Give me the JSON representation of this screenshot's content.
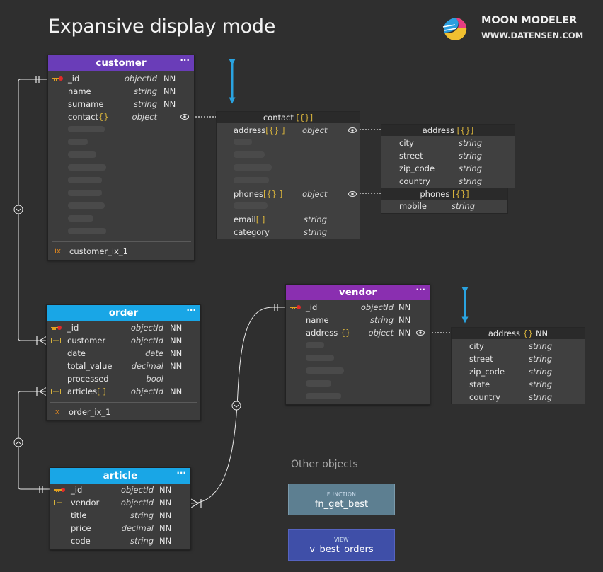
{
  "title": "Expansive display mode",
  "brand": {
    "name": "MOON MODELER",
    "url": "WWW.DATENSEN.COM"
  },
  "colors": {
    "background": "#2f2f2f",
    "customer_header": "#6a3db8",
    "vendor_header": "#8a2fb0",
    "order_header": "#19a6e6",
    "article_header": "#19a6e6",
    "arrow_red": "#e02020",
    "arrow_blue": "#2aa3e0",
    "function_box": "#5d7f91",
    "view_box": "#3f4fa8"
  },
  "entities": {
    "customer": {
      "name": "customer",
      "menu": "···",
      "columns": [
        {
          "name": "_id",
          "type": "objectId",
          "nn": "NN",
          "icon": "key-icon"
        },
        {
          "name": "name",
          "type": "string",
          "nn": "NN"
        },
        {
          "name": "surname",
          "type": "string",
          "nn": "NN"
        },
        {
          "name": "contact",
          "suffix": "{}",
          "type": "object",
          "nn": "",
          "icon_right": "eye-icon"
        }
      ],
      "index_label": "ix",
      "index": "customer_ix_1"
    },
    "order": {
      "name": "order",
      "menu": "···",
      "columns": [
        {
          "name": "_id",
          "type": "objectId",
          "nn": "NN",
          "icon": "key-icon"
        },
        {
          "name": "customer",
          "type": "objectId",
          "nn": "NN",
          "icon": "foreign-key-icon"
        },
        {
          "name": "date",
          "type": "date",
          "nn": "NN"
        },
        {
          "name": "total_value",
          "type": "decimal",
          "nn": "NN"
        },
        {
          "name": "processed",
          "type": "bool",
          "nn": ""
        },
        {
          "name": "articles",
          "suffix": "[ ]",
          "type": "objectId",
          "nn": "NN",
          "icon": "foreign-key-icon"
        }
      ],
      "index_label": "ix",
      "index": "order_ix_1"
    },
    "article": {
      "name": "article",
      "menu": "···",
      "columns": [
        {
          "name": "_id",
          "type": "objectId",
          "nn": "NN",
          "icon": "key-icon"
        },
        {
          "name": "vendor",
          "type": "objectId",
          "nn": "NN",
          "icon": "foreign-key-icon"
        },
        {
          "name": "title",
          "type": "string",
          "nn": "NN"
        },
        {
          "name": "price",
          "type": "decimal",
          "nn": "NN"
        },
        {
          "name": "code",
          "type": "string",
          "nn": "NN"
        }
      ]
    },
    "vendor": {
      "name": "vendor",
      "menu": "···",
      "columns": [
        {
          "name": "_id",
          "type": "objectId",
          "nn": "NN",
          "icon": "key-icon"
        },
        {
          "name": "name",
          "type": "string",
          "nn": "NN"
        },
        {
          "name": "address",
          "suffix": "{}",
          "type": "object",
          "nn": "NN",
          "icon_right": "eye-icon"
        }
      ]
    }
  },
  "subdocuments": {
    "contact": {
      "name": "contact",
      "suffix": "[{}]",
      "columns": [
        {
          "name": "address",
          "suffix": "[{} ]",
          "type": "object",
          "icon_right": "eye-icon"
        },
        {
          "name": "phones",
          "suffix": "[{} ]",
          "type": "object",
          "icon_right": "eye-icon"
        },
        {
          "name": "email",
          "suffix": "[ ]",
          "type": "string"
        },
        {
          "name": "category",
          "type": "string"
        }
      ]
    },
    "contact_address": {
      "name": "address",
      "suffix": "[{}]",
      "columns": [
        {
          "name": "city",
          "type": "string"
        },
        {
          "name": "street",
          "type": "string"
        },
        {
          "name": "zip_code",
          "type": "string"
        },
        {
          "name": "country",
          "type": "string"
        }
      ]
    },
    "phones": {
      "name": "phones",
      "suffix": "[{}]",
      "columns": [
        {
          "name": "mobile",
          "type": "string"
        }
      ]
    },
    "vendor_address": {
      "name": "address",
      "suffix": "{}",
      "nn": "NN",
      "columns": [
        {
          "name": "city",
          "type": "string"
        },
        {
          "name": "street",
          "type": "string"
        },
        {
          "name": "zip_code",
          "type": "string"
        },
        {
          "name": "state",
          "type": "string"
        },
        {
          "name": "country",
          "type": "string"
        }
      ]
    }
  },
  "other_objects": {
    "heading": "Other objects",
    "function": {
      "kind": "FUNCTION",
      "name": "fn_get_best"
    },
    "view": {
      "kind": "VIEW",
      "name": "v_best_orders"
    }
  }
}
